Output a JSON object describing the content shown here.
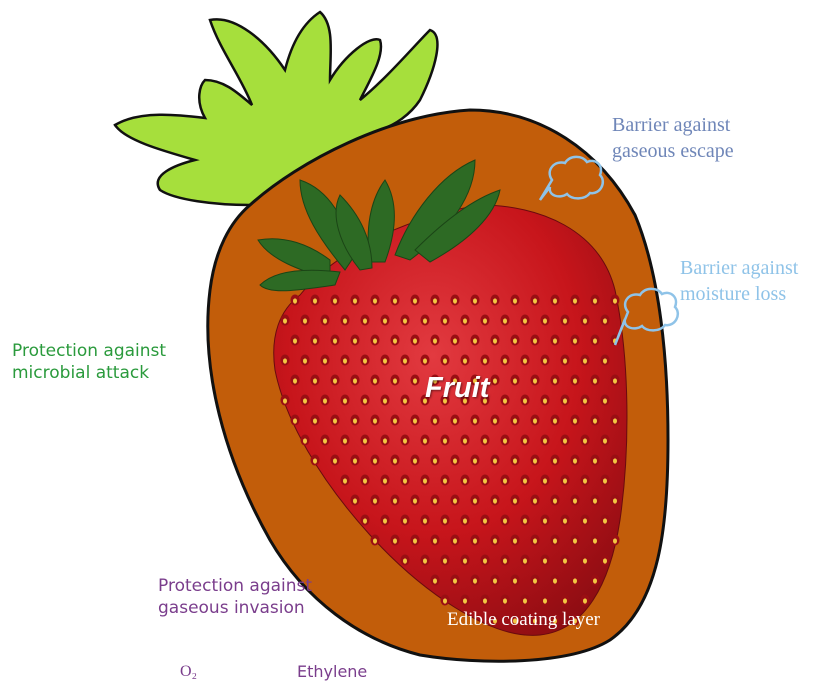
{
  "colors": {
    "coating": "#c25d0a",
    "outline": "#111111",
    "sepal": "#a6df3c",
    "strawberry": "#c7151b",
    "strawberry_highlight": "#e8424a",
    "seed": "#f2c842",
    "leaf": "#2d6a24",
    "bubble": "#8fc3e8"
  },
  "labels": {
    "barrier_escape": "Barrier against\ngaseous escape",
    "barrier_moisture": "Barrier against\nmoisture loss",
    "protection_microbial": "Protection against\nmicrobial attack",
    "protection_gaseous": "Protection against\ngaseous invasion",
    "coating_layer": "Edible coating layer",
    "fruit": "Fruit",
    "o2": "O₂",
    "ethylene": "Ethylene"
  },
  "icons": [
    "speech-bubble-icon",
    "speech-bubble-icon"
  ]
}
